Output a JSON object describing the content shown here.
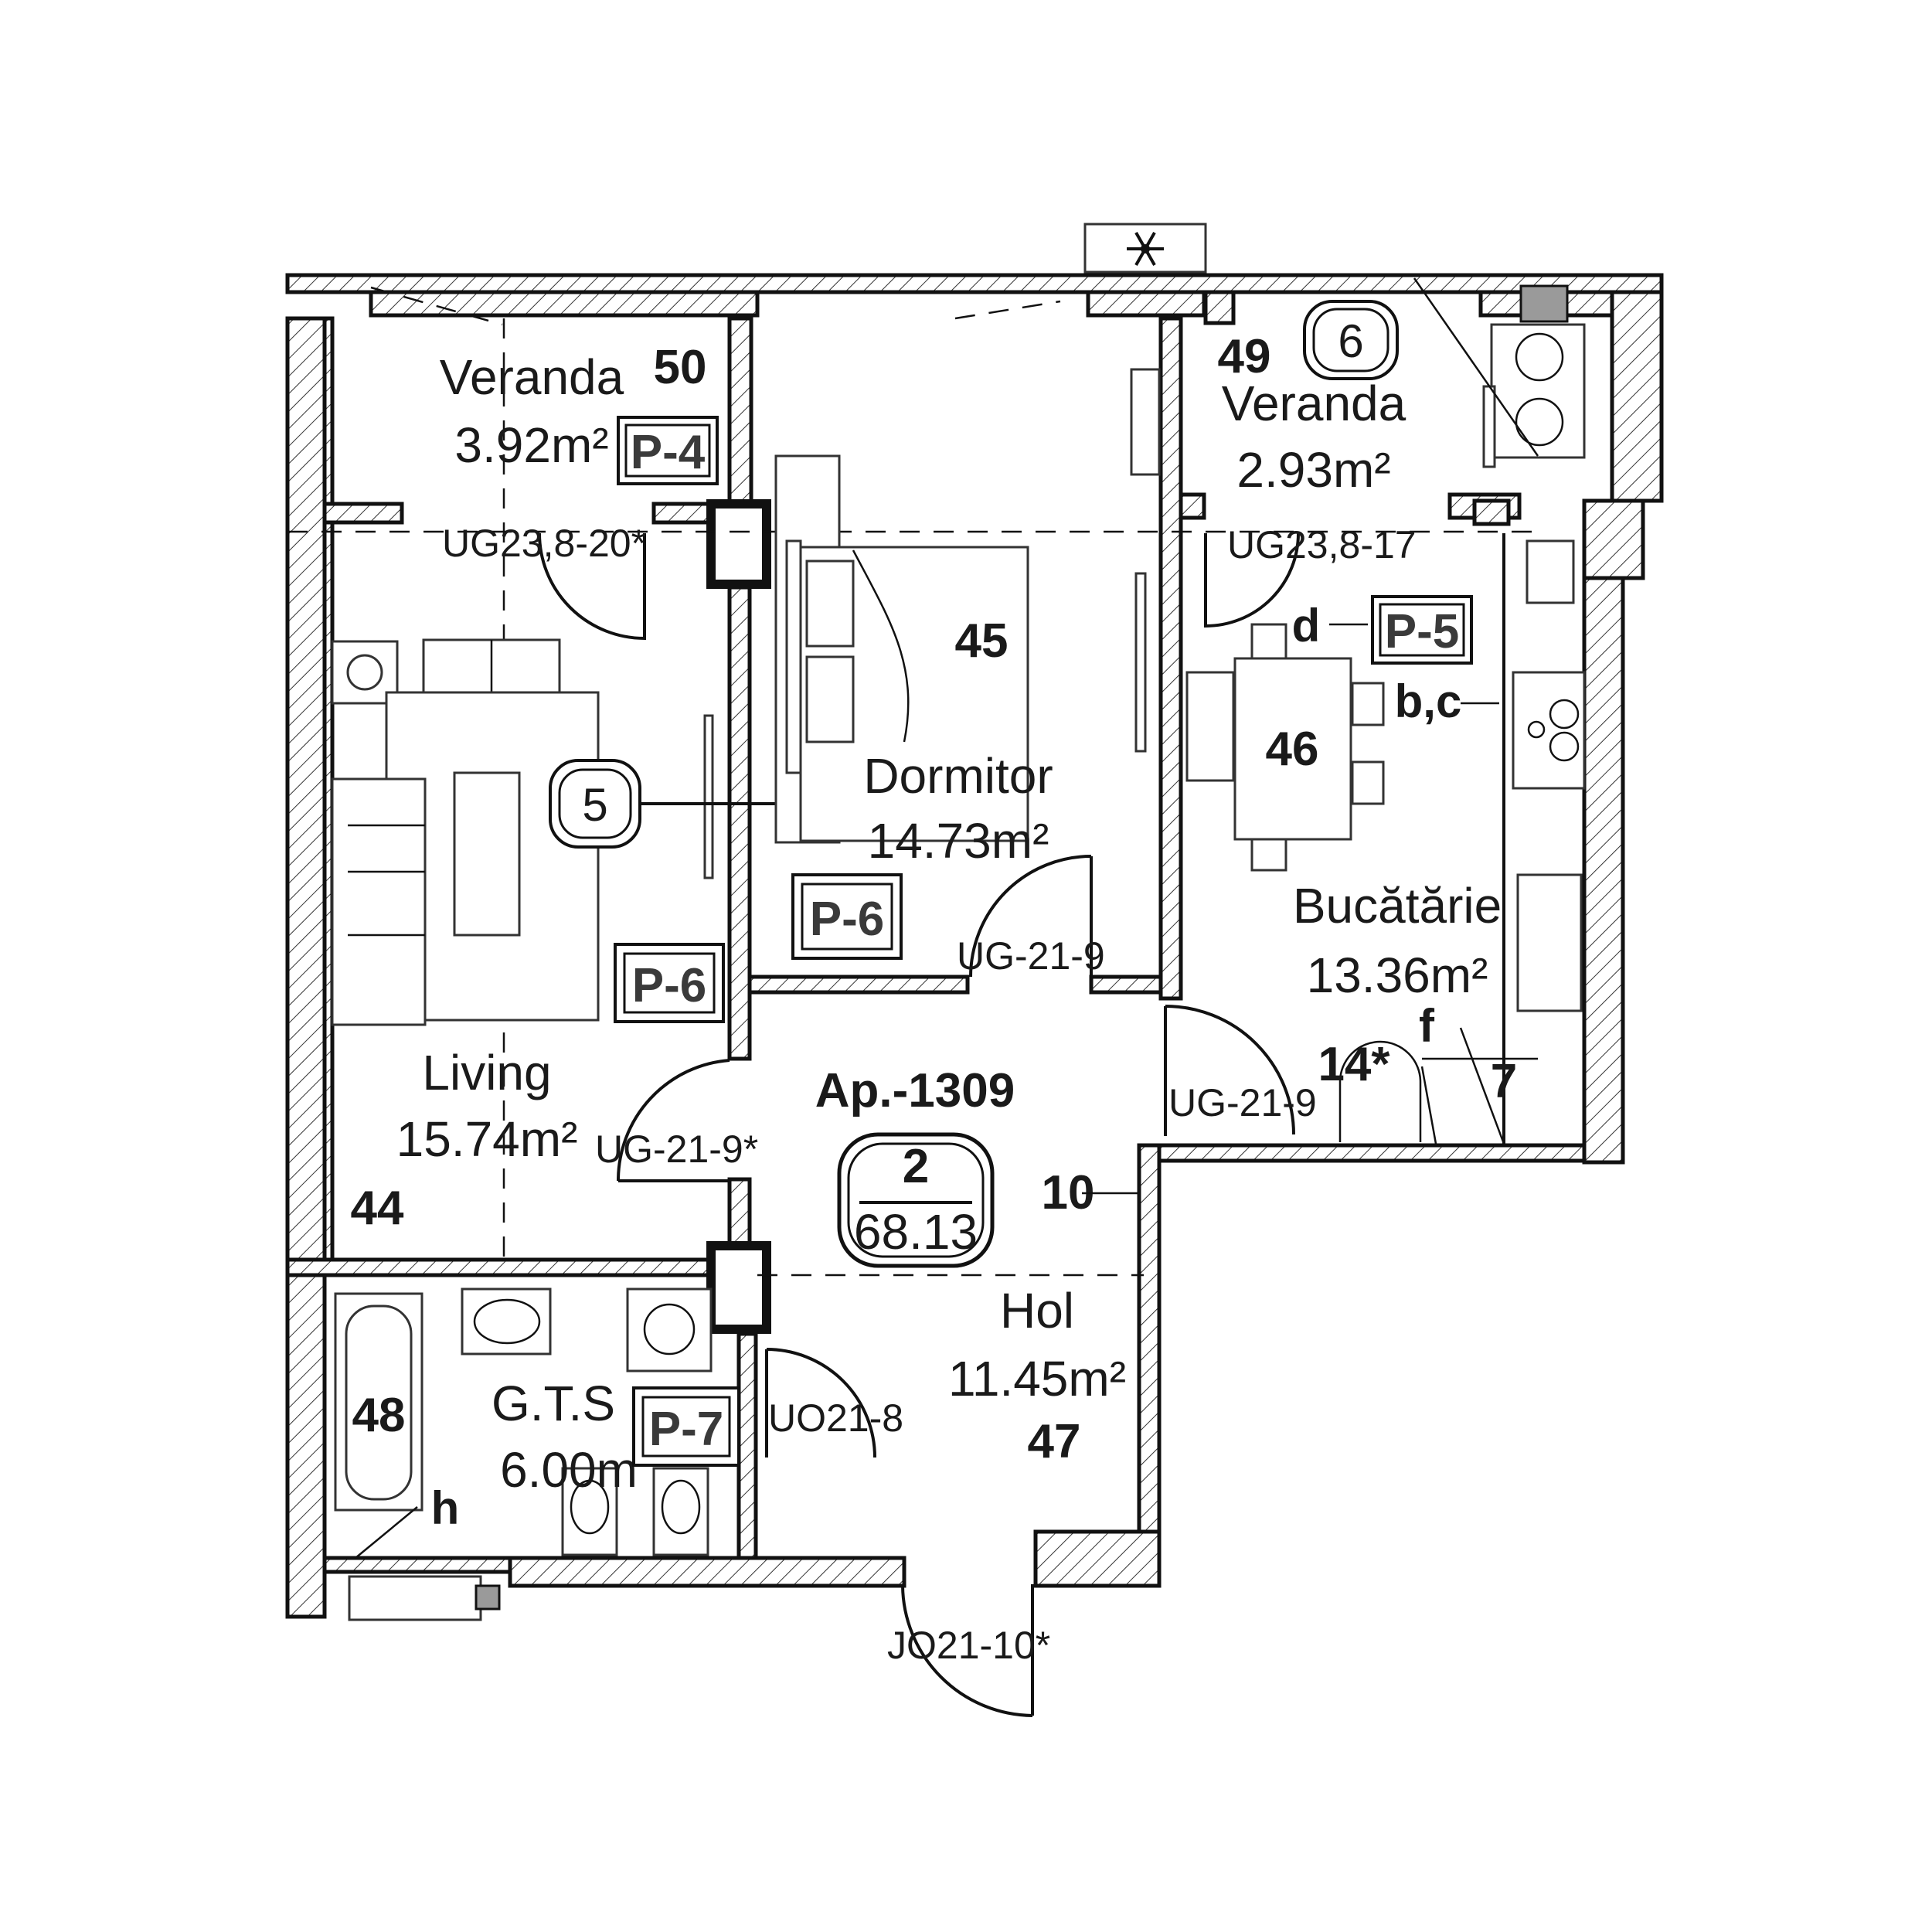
{
  "apartment": {
    "code": "Ap.-1309",
    "rooms_count": "2",
    "total_area": "68.13"
  },
  "rooms": {
    "veranda_left": {
      "name": "Veranda",
      "area": "3.92m²",
      "number": "50",
      "tag": "P-4"
    },
    "veranda_right": {
      "name": "Veranda",
      "area": "2.93m²",
      "number": "49"
    },
    "dormitor": {
      "name": "Dormitor",
      "area": "14.73m²",
      "number": "45",
      "tag": "P-6"
    },
    "living": {
      "name": "Living",
      "area": "15.74m²",
      "number": "44",
      "tag": "P-6"
    },
    "bucatarie": {
      "name": "Bucătărie",
      "area": "13.36m²",
      "number": "46",
      "tag": "P-5"
    },
    "hol": {
      "name": "Hol",
      "area": "11.45m²",
      "number": "47"
    },
    "gts": {
      "name": "G.T.S",
      "area": "6.00m",
      "number": "48",
      "tag": "P-7"
    }
  },
  "doors": {
    "living_veranda": "UG23,8-20*",
    "kitchen_veranda": "UG23,8-17",
    "dormitor": "UG-21-9",
    "living": "UG-21-9*",
    "kitchen": "UG-21-9",
    "bath": "UO21-8",
    "entrance": "JO21-10*"
  },
  "markers": {
    "circle_living": "5",
    "circle_veranda": "6",
    "hol_number": "10",
    "kitchen_star": "14*",
    "kitchen_seven": "7",
    "letter_d": "d",
    "letter_bc": "b,c",
    "letter_f": "f",
    "letter_h": "h"
  },
  "icons": {
    "ac_unit": "snowflake-icon"
  }
}
